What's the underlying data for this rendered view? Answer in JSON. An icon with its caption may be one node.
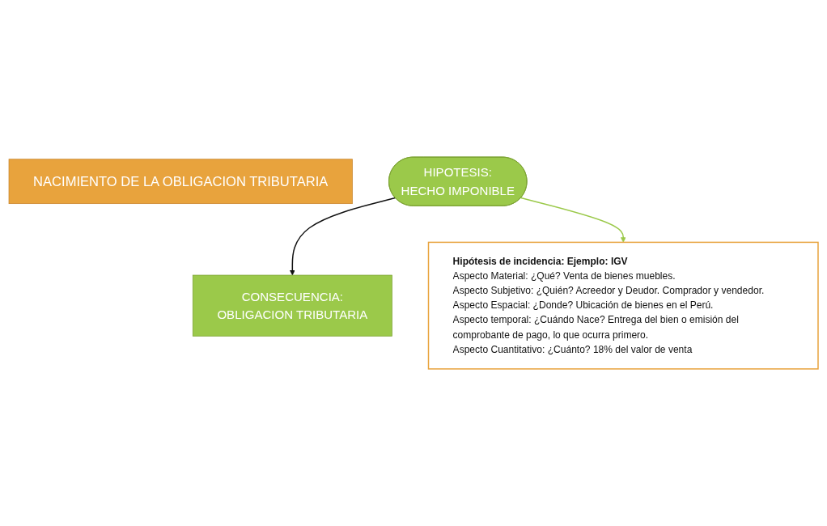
{
  "diagram": {
    "nodes": [
      {
        "text": [
          "NACIMIENTO DE LA OBLIGACION TRIBUTARIA"
        ]
      },
      {
        "text": [
          "HIPOTESIS:",
          "HECHO IMPONIBLE"
        ]
      },
      {
        "text": [
          "CONSECUENCIA:",
          "OBLIGACION TRIBUTARIA"
        ]
      },
      {
        "text": [
          "Hipótesis de incidencia: Ejemplo: IGV",
          "Aspecto Material: ¿Qué? Venta de bienes muebles.",
          "Aspecto Subjetivo: ¿Quién? Acreedor y Deudor. Comprador y vendedor.",
          "Aspecto Espacial: ¿Donde? Ubicación de bienes en el Perú.",
          "Aspecto temporal: ¿Cuándo Nace? Entrega del bien o emisión del comprobante de pago, lo que ocurra primero.",
          "Aspecto Cuantitativo: ¿Cuánto? 18% del valor de venta"
        ]
      }
    ],
    "edges": [
      {
        "from": 1,
        "to": 2,
        "arrow": "to"
      },
      {
        "from": 1,
        "to": 3,
        "arrow": "to",
        "color": "#9bc94a"
      }
    ]
  }
}
